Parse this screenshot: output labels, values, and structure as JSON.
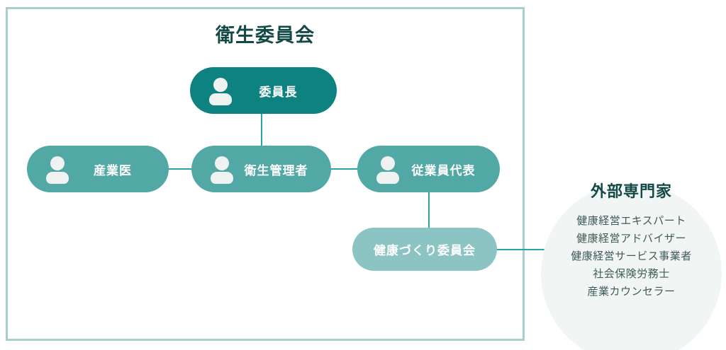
{
  "diagram": {
    "title": "衛生委員会",
    "frame": {
      "name": "committee-frame"
    },
    "colors": {
      "dark_teal": "#0d8281",
      "mid_teal": "#51a8a5",
      "light_teal": "#8cc4c4",
      "connector": "#2aa3a3",
      "frame_border": "#a8cfcc",
      "circle_bg": "#f1f5f3",
      "title_text": "#134a47",
      "body_text": "#3f5b59",
      "node_text": "#ffffff"
    },
    "nodes": [
      {
        "id": "chair",
        "label": "委員長",
        "icon": "person-icon",
        "level": 1,
        "tone": "dark"
      },
      {
        "id": "doctor",
        "label": "産業医",
        "icon": "person-icon",
        "level": 2,
        "tone": "mid"
      },
      {
        "id": "manager",
        "label": "衛生管理者",
        "icon": "person-icon",
        "level": 2,
        "tone": "mid"
      },
      {
        "id": "employee",
        "label": "従業員代表",
        "icon": "person-icon",
        "level": 2,
        "tone": "mid"
      },
      {
        "id": "wellness",
        "label": "健康づくり委員会",
        "icon": "none",
        "level": 3,
        "tone": "light"
      }
    ],
    "experts": {
      "title": "外部専門家",
      "items": [
        "健康経営エキスパート",
        "健康経営アドバイザー",
        "健康経営サービス事業者",
        "社会保険労務士",
        "産業カウンセラー"
      ]
    }
  }
}
